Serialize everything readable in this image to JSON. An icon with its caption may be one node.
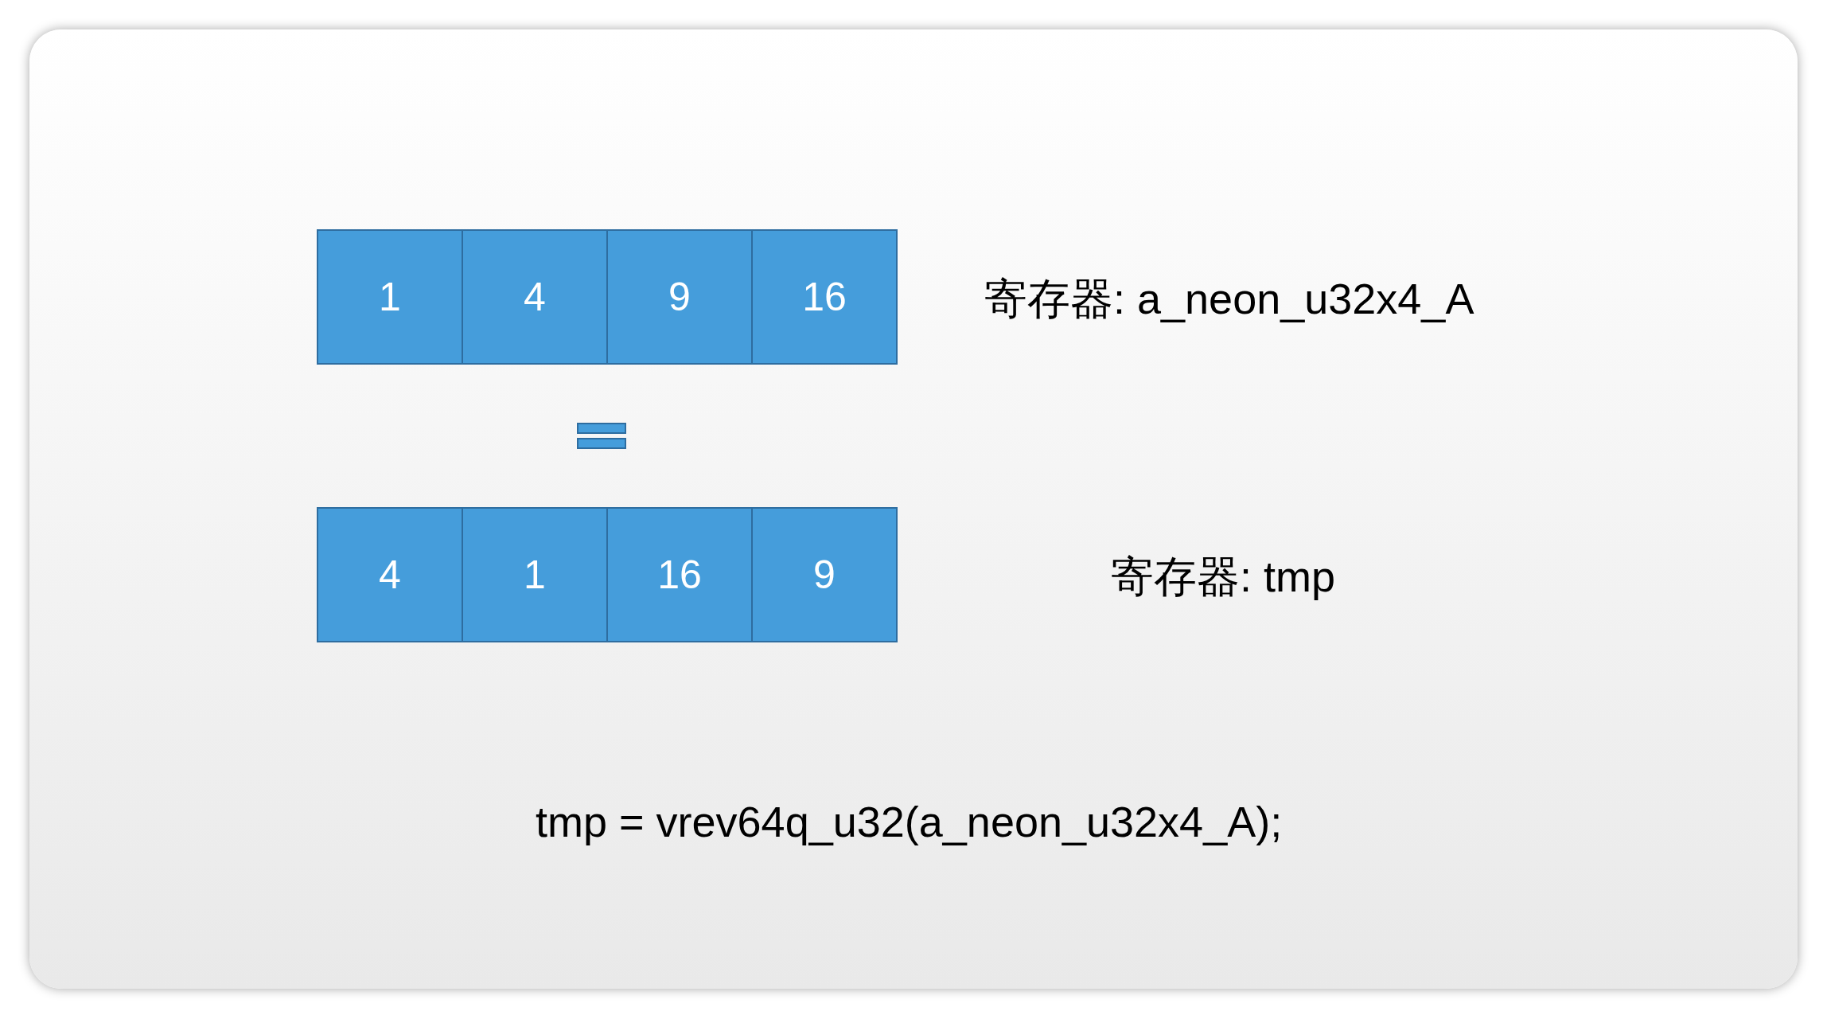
{
  "diagram": {
    "nodes": [
      {
        "text": [
          "1"
        ]
      },
      {
        "text": [
          "4"
        ]
      },
      {
        "text": [
          "9"
        ]
      },
      {
        "text": [
          "16"
        ]
      },
      {
        "text": [
          "4"
        ]
      },
      {
        "text": [
          "1"
        ]
      },
      {
        "text": [
          "16"
        ]
      },
      {
        "text": [
          "9"
        ]
      }
    ],
    "labels": [
      "寄存器: a_neon_u32x4_A",
      "寄存器: tmp",
      "tmp = vrev64q_u32(a_neon_u32x4_A);"
    ]
  }
}
